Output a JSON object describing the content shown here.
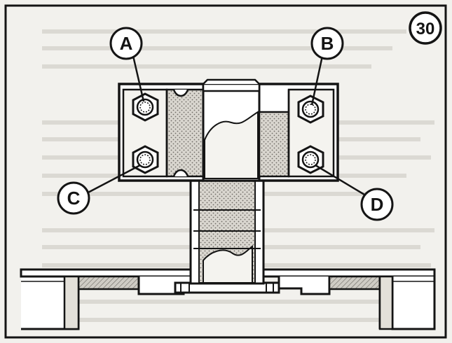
{
  "figure": {
    "number": "30"
  },
  "labels": {
    "a": "A",
    "b": "B",
    "c": "C",
    "d": "D"
  },
  "colors": {
    "ink": "#141414",
    "paper": "#f2f1ed",
    "bleed": "#bdbab2",
    "shade": "#8f8c86"
  }
}
